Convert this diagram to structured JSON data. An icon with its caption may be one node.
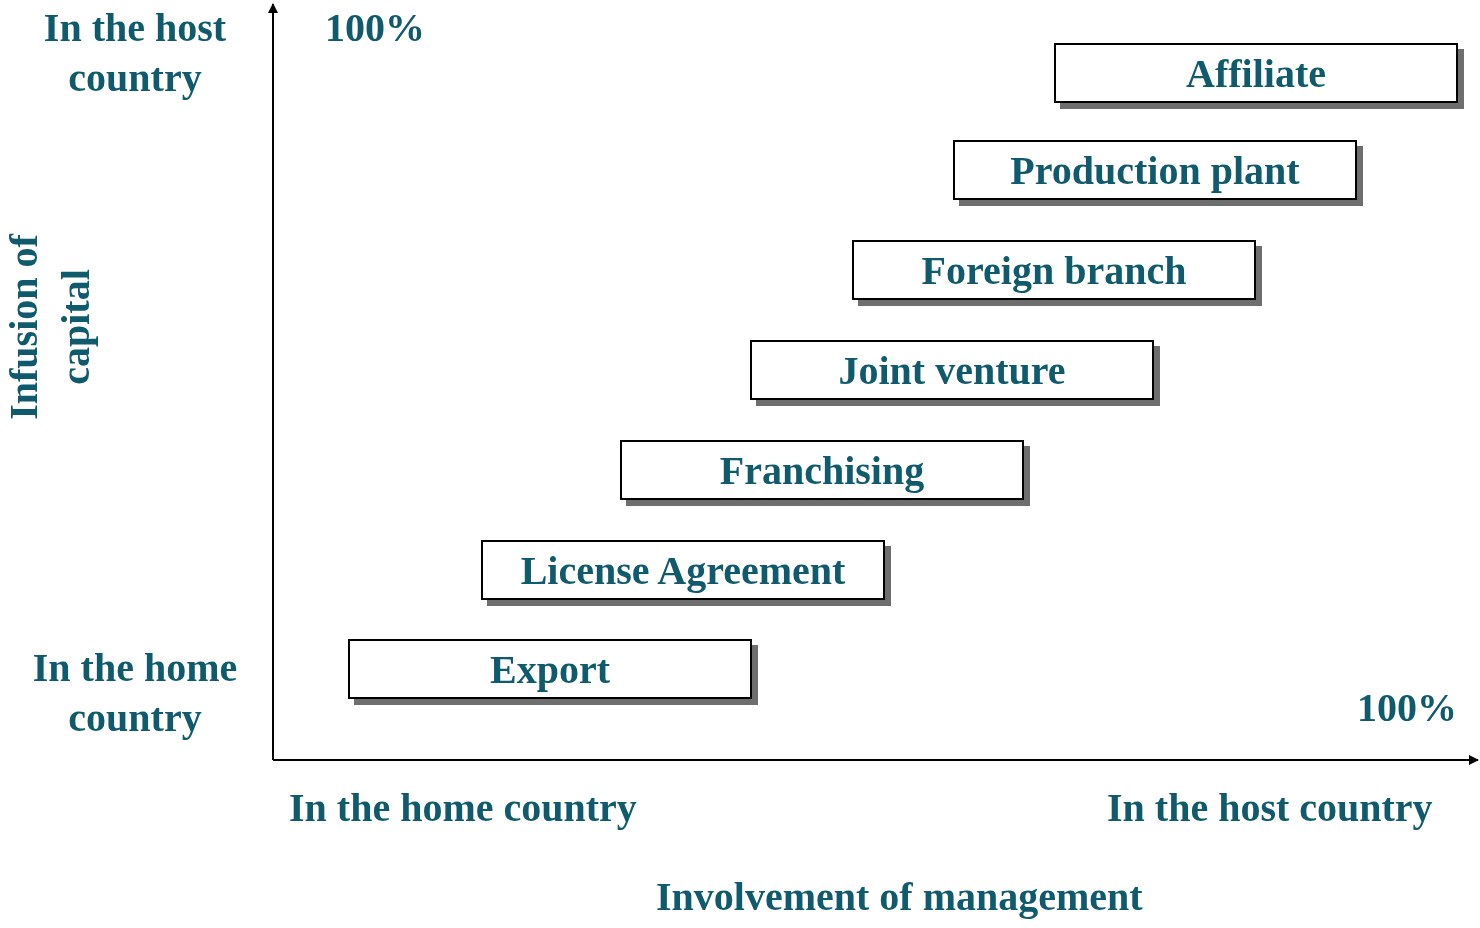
{
  "diagram": {
    "nodes": [
      {
        "text": [
          "Affiliate"
        ]
      },
      {
        "text": [
          "Production plant"
        ]
      },
      {
        "text": [
          "Foreign branch"
        ]
      },
      {
        "text": [
          "Joint venture"
        ]
      },
      {
        "text": [
          "Franchising"
        ]
      },
      {
        "text": [
          "License Agreement"
        ]
      },
      {
        "text": [
          "Export"
        ]
      }
    ],
    "labels": [
      "In the host country",
      "100%",
      "Infusion of capital",
      "In the home country",
      "100%",
      "In the home country",
      "In the host country",
      "Involvement of management"
    ]
  }
}
